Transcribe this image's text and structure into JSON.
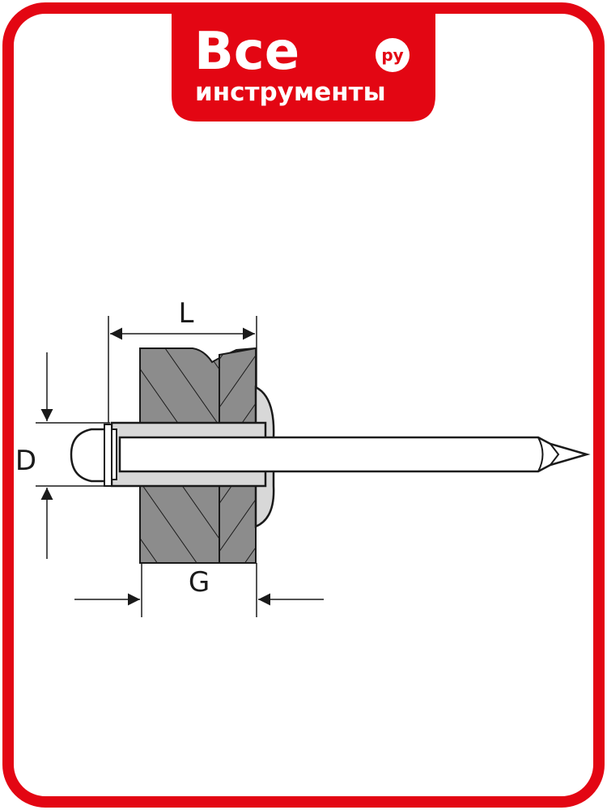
{
  "logo": {
    "line1": "Все",
    "line2": "инструменты",
    "domain": "ру"
  },
  "dimensions": {
    "length": "L",
    "diameter": "D",
    "grip": "G"
  },
  "colors": {
    "brand_red": "#e30613",
    "material": "#8c8c8c",
    "outline": "#1a1a1a",
    "rivet_body": "#d8d8d8"
  }
}
